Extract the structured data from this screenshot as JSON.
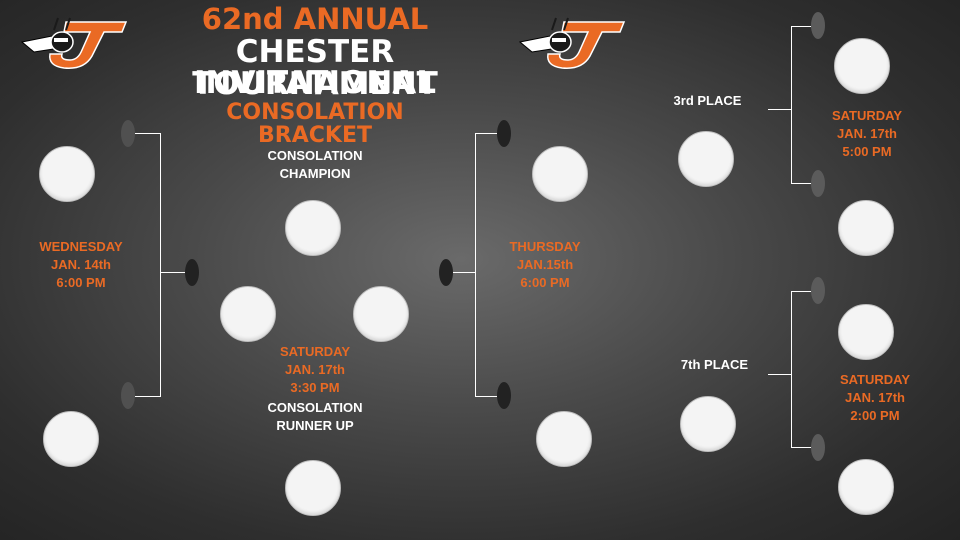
{
  "header": {
    "line1": "62nd ANNUAL",
    "line2": "CHESTER INVITATIONAL",
    "line3": "TOURNAMENT",
    "line4": "CONSOLATION",
    "line5": "BRACKET"
  },
  "logo": {
    "icon": "chester-j-hornet-logo-icon",
    "colors": [
      "#ea6a24",
      "#ffffff",
      "#000000"
    ]
  },
  "labels": {
    "wednesday": [
      "WEDNESDAY",
      "JAN. 14th",
      "6:00 PM"
    ],
    "thursday": [
      "THURSDAY",
      "JAN.15th",
      "6:00 PM"
    ],
    "saturday_center": [
      "SATURDAY",
      "JAN. 17th",
      "3:30 PM"
    ],
    "consolation_champion": [
      "CONSOLATION",
      "CHAMPION"
    ],
    "consolation_runner_up": [
      "CONSOLATION",
      "RUNNER UP"
    ],
    "third_place": "3rd PLACE",
    "seventh_place": "7th PLACE",
    "saturday_3rd": [
      "SATURDAY",
      "JAN. 17th",
      "5:00 PM"
    ],
    "saturday_7th": [
      "SATURDAY",
      "JAN. 17th",
      "2:00 PM"
    ]
  },
  "colors": {
    "accent_orange": "#ea6a24",
    "text_white": "#ffffff",
    "slot_fill": "#f4f4f4"
  }
}
